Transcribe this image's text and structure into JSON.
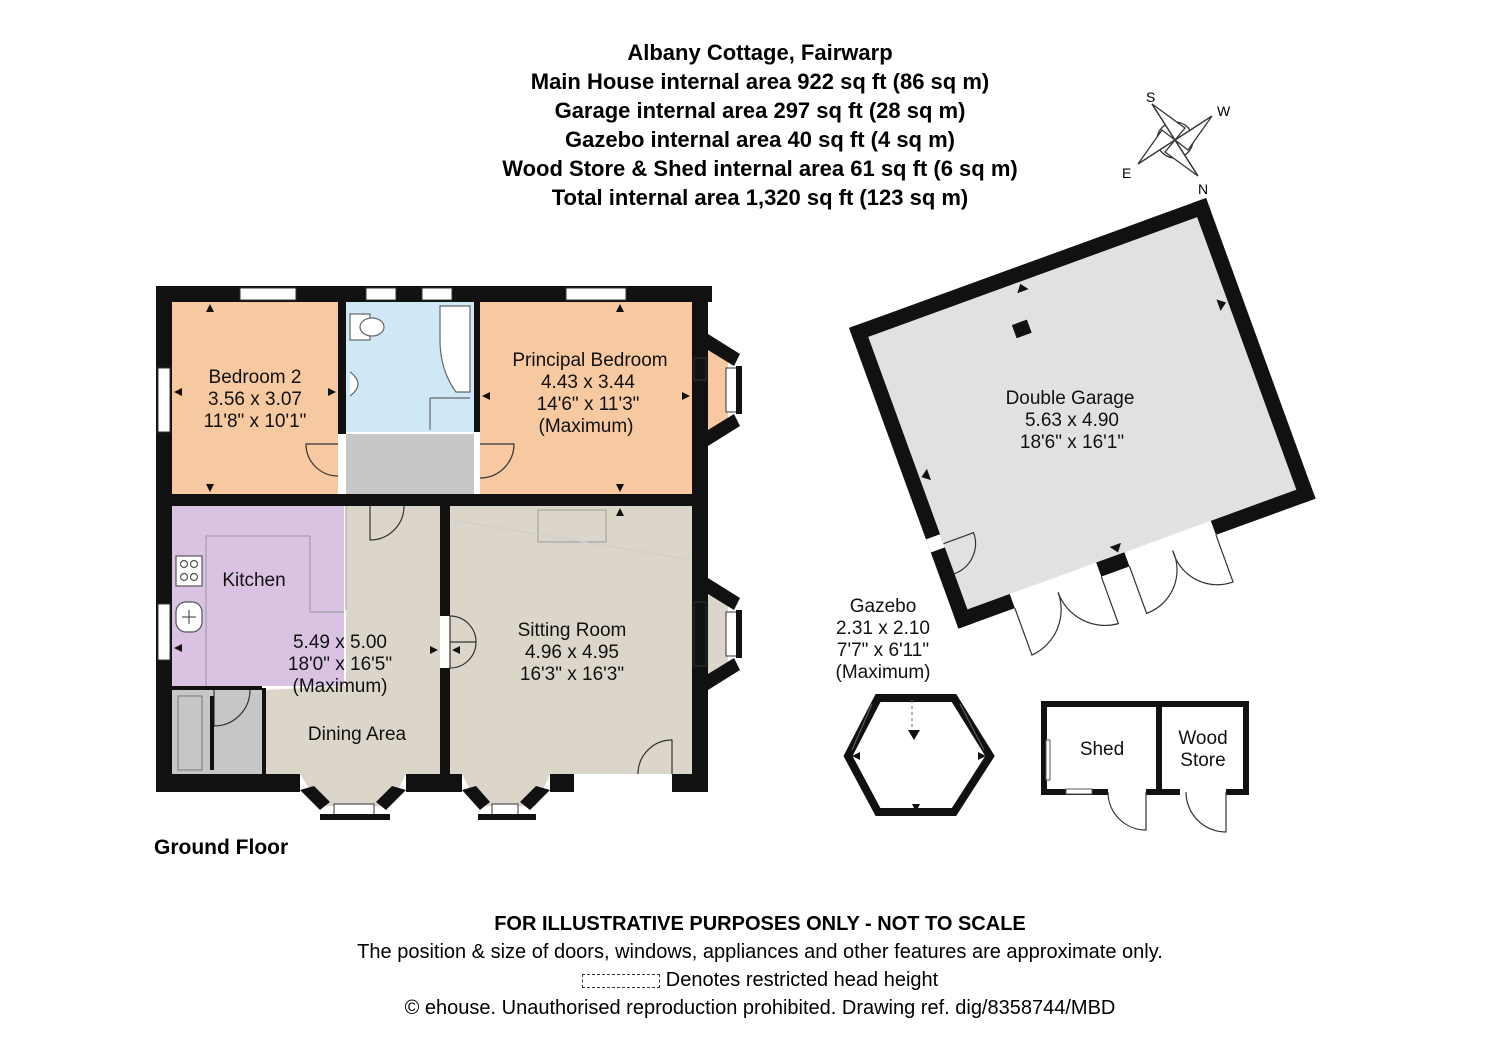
{
  "header": {
    "title": "Albany Cottage, Fairwarp",
    "lines": [
      "Main House internal area 922 sq ft (86 sq m)",
      "Garage internal area 297 sq ft (28 sq m)",
      "Gazebo internal area 40 sq ft (4 sq m)",
      "Wood Store & Shed internal area 61 sq ft (6 sq m)",
      "Total internal area 1,320 sq ft (123 sq m)"
    ]
  },
  "compass": {
    "s": "S",
    "w": "W",
    "e": "E",
    "n": "N"
  },
  "floor_label": "Ground Floor",
  "rooms": {
    "bedroom2": {
      "name": "Bedroom 2",
      "metric": "3.56 x 3.07",
      "imperial": "11'8\" x 10'1\""
    },
    "principal": {
      "name": "Principal Bedroom",
      "metric": "4.43 x 3.44",
      "imperial": "14'6\" x 11'3\"",
      "note": "(Maximum)"
    },
    "kitchen": {
      "name": "Kitchen"
    },
    "dining": {
      "name": "Dining Area",
      "metric": "5.49 x 5.00",
      "imperial": "18'0\" x 16'5\"",
      "note": "(Maximum)"
    },
    "sitting": {
      "name": "Sitting Room",
      "metric": "4.96 x 4.95",
      "imperial": "16'3\" x 16'3\""
    },
    "garage": {
      "name": "Double Garage",
      "metric": "5.63 x 4.90",
      "imperial": "18'6\" x 16'1\""
    },
    "gazebo": {
      "name": "Gazebo",
      "metric": "2.31 x 2.10",
      "imperial": "7'7\" x 6'11\"",
      "note": "(Maximum)"
    },
    "shed": {
      "name": "Shed"
    },
    "woodstore": {
      "line1": "Wood",
      "line2": "Store"
    }
  },
  "footer": {
    "disclaimer": "FOR ILLUSTRATIVE PURPOSES ONLY - NOT TO SCALE",
    "note": "The position & size of doors, windows, appliances and other features are approximate only.",
    "legend": "Denotes restricted head height",
    "copyright": "© ehouse. Unauthorised reproduction prohibited. Drawing ref. dig/8358744/MBD"
  },
  "colors": {
    "wall": "#111111",
    "bedroom": "#f6c9a0",
    "bathroom": "#cfe8f6",
    "kitchen": "#d9c2e2",
    "living": "#dcd6ca",
    "hall": "#c6c6c6",
    "garage": "#e1e1e1",
    "outbuilding": "#ffffff"
  }
}
